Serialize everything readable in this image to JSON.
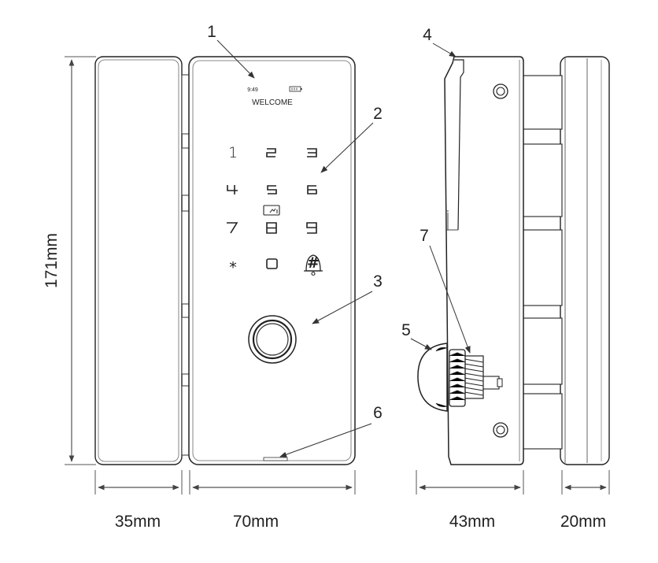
{
  "dimensions": {
    "height": "171mm",
    "front_width_handle": "35mm",
    "front_width_body": "70mm",
    "side_depth_body": "43mm",
    "side_depth_handle": "20mm"
  },
  "display": {
    "time": "9:49",
    "message": "WELCOME"
  },
  "keypad": {
    "keys": [
      "1",
      "2",
      "3",
      "4",
      "5",
      "6",
      "7",
      "8",
      "9",
      "*",
      "0",
      "#"
    ]
  },
  "callouts": [
    "1",
    "2",
    "3",
    "4",
    "5",
    "6",
    "7"
  ],
  "icons": {
    "battery": "battery-icon",
    "card": "card-reader-icon",
    "bell": "doorbell-icon",
    "fingerprint": "fingerprint-sensor-icon"
  }
}
